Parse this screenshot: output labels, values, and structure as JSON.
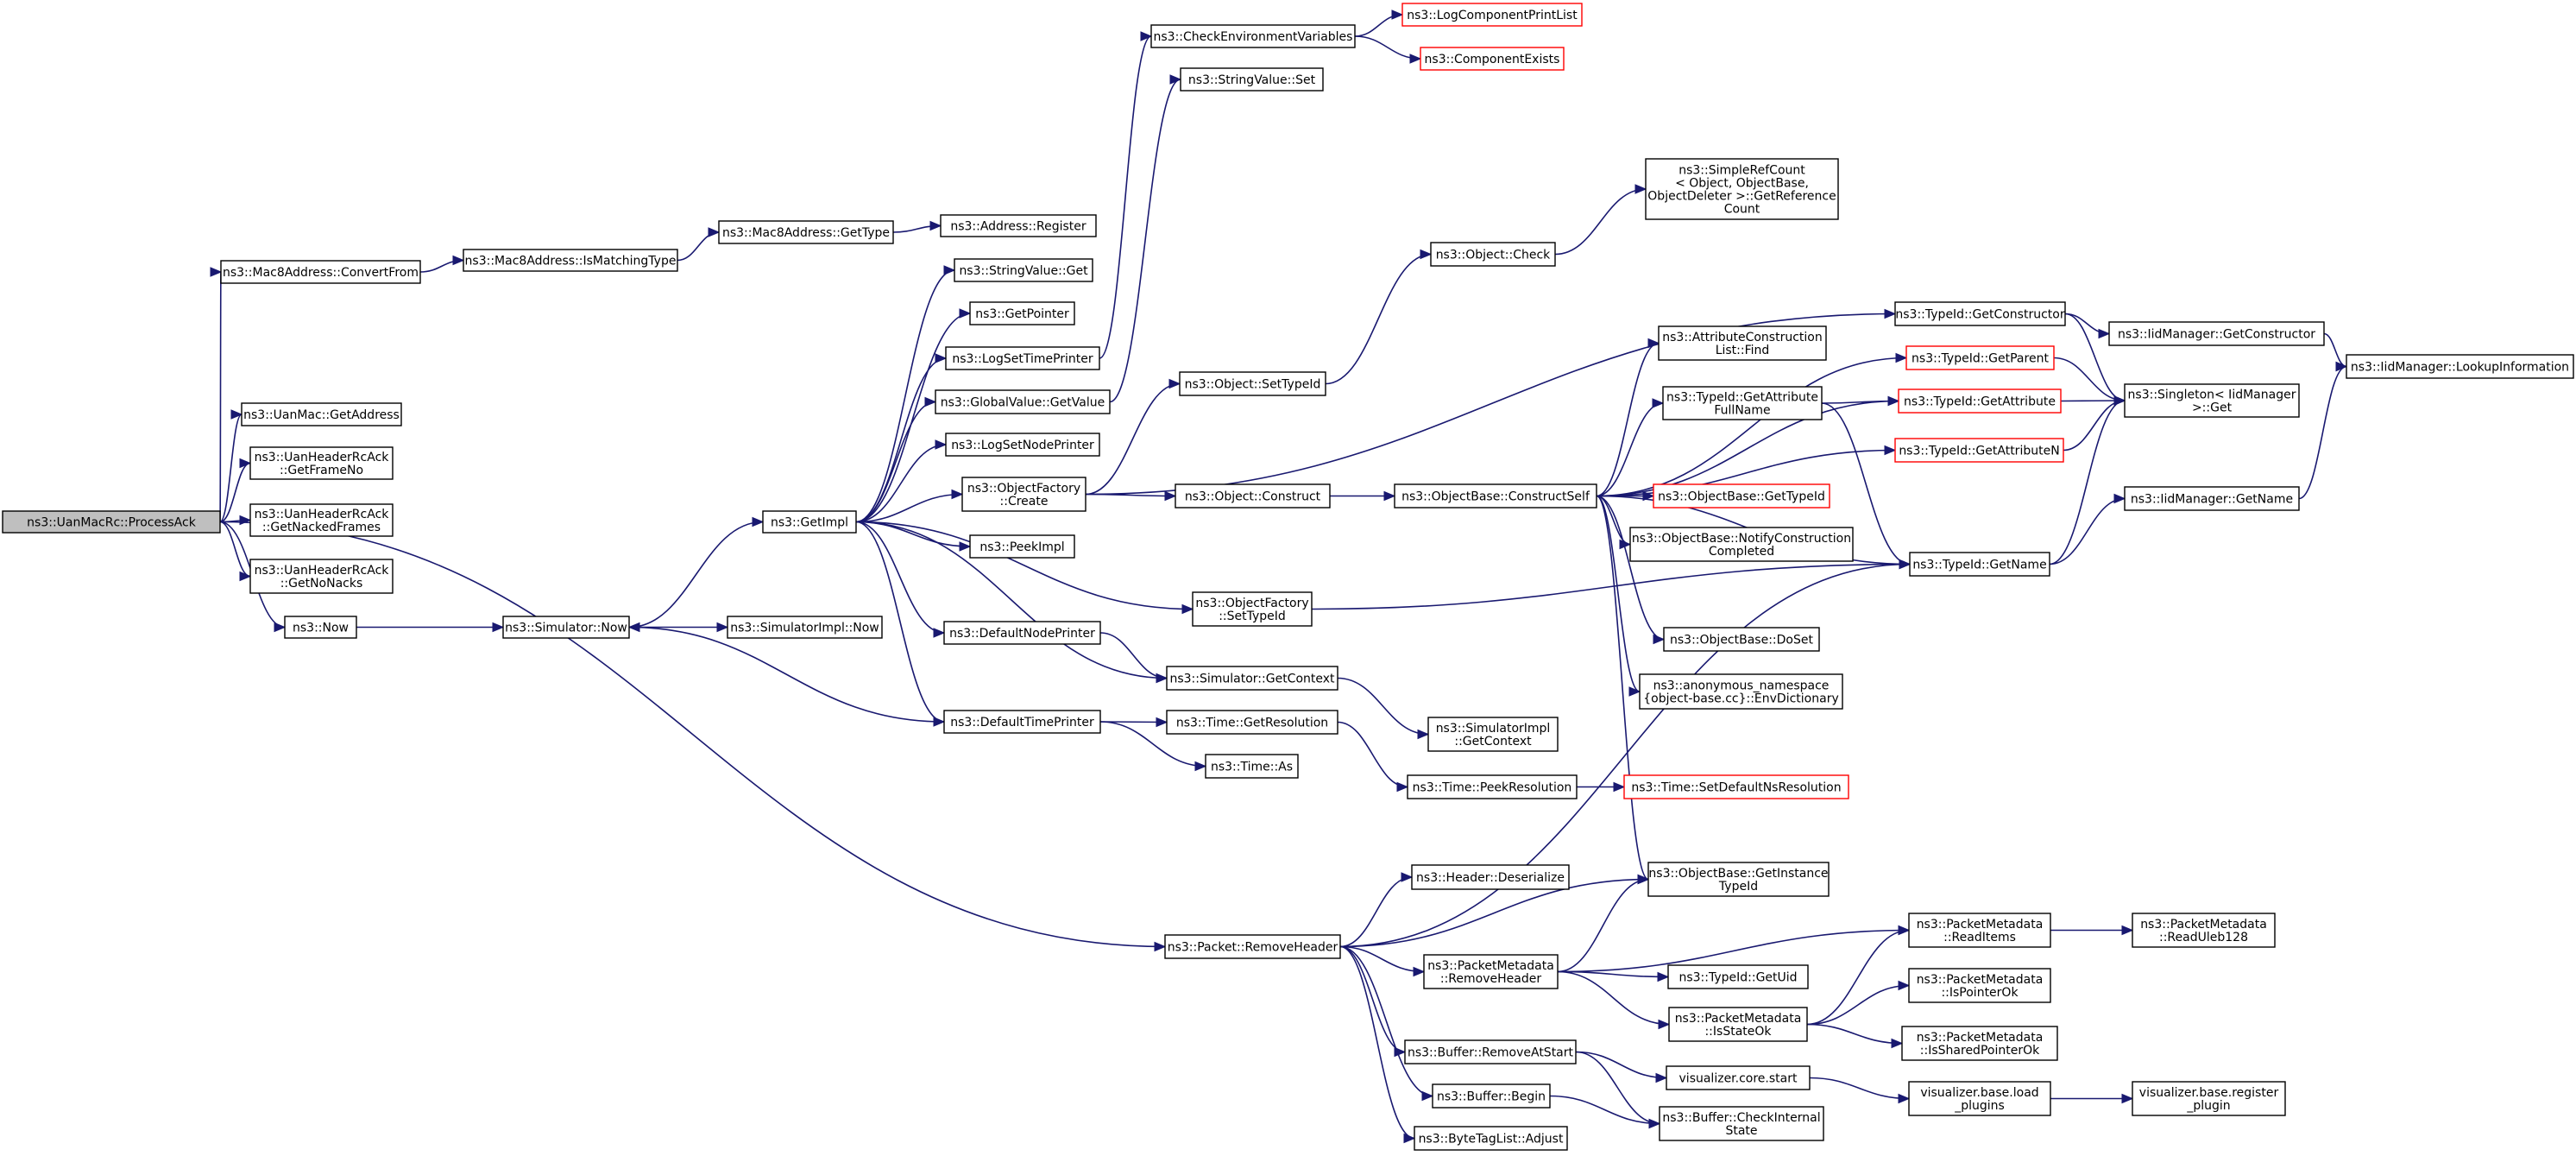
{
  "diagram": {
    "type": "call-graph",
    "colors": {
      "edge": "#191970",
      "border_default": "#000000",
      "border_unfound": "#ff0000",
      "root_fill": "#bfbfbf",
      "background": "#ffffff"
    },
    "nodes": {
      "processack": {
        "lines": [
          "ns3::UanMacRc::ProcessAck"
        ]
      },
      "convertfrom": {
        "lines": [
          "ns3::Mac8Address::ConvertFrom"
        ]
      },
      "ismatchingtype": {
        "lines": [
          "ns3::Mac8Address::IsMatchingType"
        ]
      },
      "mac8gettype": {
        "lines": [
          "ns3::Mac8Address::GetType"
        ]
      },
      "addressregister": {
        "lines": [
          "ns3::Address::Register"
        ]
      },
      "uangetaddress": {
        "lines": [
          "ns3::UanMac::GetAddress"
        ]
      },
      "getframeno": {
        "lines": [
          "ns3::UanHeaderRcAck",
          "::GetFrameNo"
        ]
      },
      "getnackedframes": {
        "lines": [
          "ns3::UanHeaderRcAck",
          "::GetNackedFrames"
        ]
      },
      "getnonacks": {
        "lines": [
          "ns3::UanHeaderRcAck",
          "::GetNoNacks"
        ]
      },
      "now": {
        "lines": [
          "ns3::Now"
        ]
      },
      "simnow": {
        "lines": [
          "ns3::Simulator::Now"
        ]
      },
      "simimplnow": {
        "lines": [
          "ns3::SimulatorImpl::Now"
        ]
      },
      "getimpl": {
        "lines": [
          "ns3::GetImpl"
        ]
      },
      "stringvalueget": {
        "lines": [
          "ns3::StringValue::Get"
        ]
      },
      "getpointer": {
        "lines": [
          "ns3::GetPointer"
        ]
      },
      "logsettimeprinter": {
        "lines": [
          "ns3::LogSetTimePrinter"
        ]
      },
      "globalvaluegetvalue": {
        "lines": [
          "ns3::GlobalValue::GetValue"
        ]
      },
      "logsetnodeprinter": {
        "lines": [
          "ns3::LogSetNodePrinter"
        ]
      },
      "objectfactorycreate": {
        "lines": [
          "ns3::ObjectFactory",
          "::Create"
        ]
      },
      "peekimpl": {
        "lines": [
          "ns3::PeekImpl"
        ]
      },
      "defaultnodeprinter": {
        "lines": [
          "ns3::DefaultNodePrinter"
        ]
      },
      "defaulttimeprinter": {
        "lines": [
          "ns3::DefaultTimePrinter"
        ]
      },
      "checkenvvars": {
        "lines": [
          "ns3::CheckEnvironmentVariables"
        ]
      },
      "logcomponentprintlist": {
        "lines": [
          "ns3::LogComponentPrintList"
        ]
      },
      "componentexists": {
        "lines": [
          "ns3::ComponentExists"
        ]
      },
      "stringvalueset": {
        "lines": [
          "ns3::StringValue::Set"
        ]
      },
      "objectsettypeid": {
        "lines": [
          "ns3::Object::SetTypeId"
        ]
      },
      "objectconstruct": {
        "lines": [
          "ns3::Object::Construct"
        ]
      },
      "objectfactorysettypeid": {
        "lines": [
          "ns3::ObjectFactory",
          "::SetTypeId"
        ]
      },
      "simgetcontext": {
        "lines": [
          "ns3::Simulator::GetContext"
        ]
      },
      "timegetresolution": {
        "lines": [
          "ns3::Time::GetResolution"
        ]
      },
      "timeas": {
        "lines": [
          "ns3::Time::As"
        ]
      },
      "objectcheck": {
        "lines": [
          "ns3::Object::Check"
        ]
      },
      "simplerefcount": {
        "lines": [
          "ns3::SimpleRefCount",
          "< Object, ObjectBase,",
          " ObjectDeleter >::GetReference",
          "Count"
        ]
      },
      "constructself": {
        "lines": [
          "ns3::ObjectBase::ConstructSelf"
        ]
      },
      "attrconstructionfind": {
        "lines": [
          "ns3::AttributeConstruction",
          "List::Find"
        ]
      },
      "getattributefullname": {
        "lines": [
          "ns3::TypeId::GetAttribute",
          "FullName"
        ]
      },
      "objectbasegettypeid": {
        "lines": [
          "ns3::ObjectBase::GetTypeId"
        ]
      },
      "notifyconstructioncompleted": {
        "lines": [
          "ns3::ObjectBase::NotifyConstruction",
          "Completed"
        ]
      },
      "dofset": {
        "lines": [
          "ns3::ObjectBase::DoSet"
        ]
      },
      "envdictionary": {
        "lines": [
          "ns3::anonymous_namespace",
          "{object-base.cc}::EnvDictionary"
        ]
      },
      "simimplgetcontext": {
        "lines": [
          "ns3::SimulatorImpl",
          "::GetContext"
        ]
      },
      "timepeekresolution": {
        "lines": [
          "ns3::Time::PeekResolution"
        ]
      },
      "setdefaultnsresolution": {
        "lines": [
          "ns3::Time::SetDefaultNsResolution"
        ]
      },
      "typeidgetconstructor": {
        "lines": [
          "ns3::TypeId::GetConstructor"
        ]
      },
      "typeidgetparent": {
        "lines": [
          "ns3::TypeId::GetParent"
        ]
      },
      "typeidgetattribute": {
        "lines": [
          "ns3::TypeId::GetAttribute"
        ]
      },
      "typeidgetattributen": {
        "lines": [
          "ns3::TypeId::GetAttributeN"
        ]
      },
      "typeidgetname": {
        "lines": [
          "ns3::TypeId::GetName"
        ]
      },
      "iidmanagergetconstructor": {
        "lines": [
          "ns3::IidManager::GetConstructor"
        ]
      },
      "singletonget": {
        "lines": [
          "ns3::Singleton< IidManager",
          " >::Get"
        ]
      },
      "iidmanagergetname": {
        "lines": [
          "ns3::IidManager::GetName"
        ]
      },
      "lookupinformation": {
        "lines": [
          "ns3::IidManager::LookupInformation"
        ]
      },
      "packetremoveheader": {
        "lines": [
          "ns3::Packet::RemoveHeader"
        ]
      },
      "headerdeserialize": {
        "lines": [
          "ns3::Header::Deserialize"
        ]
      },
      "getinstancetypeid": {
        "lines": [
          "ns3::ObjectBase::GetInstance",
          "TypeId"
        ]
      },
      "pmremoveheader": {
        "lines": [
          "ns3::PacketMetadata",
          "::RemoveHeader"
        ]
      },
      "typeidgetuid": {
        "lines": [
          "ns3::TypeId::GetUid"
        ]
      },
      "pmisstateok": {
        "lines": [
          "ns3::PacketMetadata",
          "::IsStateOk"
        ]
      },
      "pmreaditems": {
        "lines": [
          "ns3::PacketMetadata",
          "::ReadItems"
        ]
      },
      "pmreaduleb128": {
        "lines": [
          "ns3::PacketMetadata",
          "::ReadUleb128"
        ]
      },
      "pmispointerok": {
        "lines": [
          "ns3::PacketMetadata",
          "::IsPointerOk"
        ]
      },
      "pmissharedpointerok": {
        "lines": [
          "ns3::PacketMetadata",
          "::IsSharedPointerOk"
        ]
      },
      "bufferremoveatstart": {
        "lines": [
          "ns3::Buffer::RemoveAtStart"
        ]
      },
      "bufferbegin": {
        "lines": [
          "ns3::Buffer::Begin"
        ]
      },
      "bytetaglistadjust": {
        "lines": [
          "ns3::ByteTagList::Adjust"
        ]
      },
      "visualizercorestart": {
        "lines": [
          "visualizer.core.start"
        ]
      },
      "buffercheckinternalstate": {
        "lines": [
          "ns3::Buffer::CheckInternal",
          "State"
        ]
      },
      "visualizerloadplugins": {
        "lines": [
          "visualizer.base.load",
          "_plugins"
        ]
      },
      "visualizerregisterplugin": {
        "lines": [
          "visualizer.base.register",
          "_plugin"
        ]
      }
    }
  }
}
